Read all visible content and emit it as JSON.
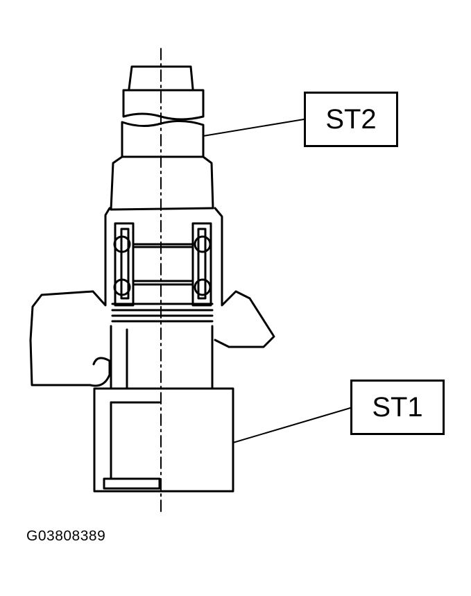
{
  "diagram": {
    "callouts": {
      "st2": "ST2",
      "st1": "ST1"
    },
    "figure_code": "G03808389"
  }
}
